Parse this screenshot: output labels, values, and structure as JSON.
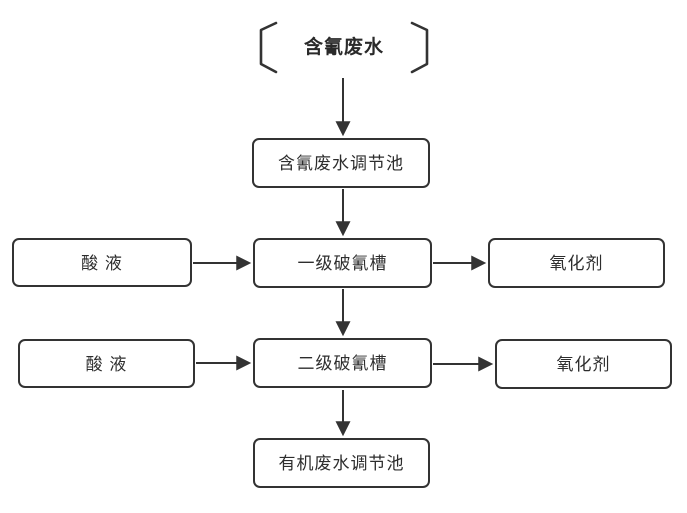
{
  "colors": {
    "line": "#333333",
    "border": "#333333",
    "text": "#2d2d2d",
    "background": "#ffffff"
  },
  "diagram": {
    "source_label": "含氰废水",
    "nodes": {
      "cyanide_adjust_tank": {
        "label": "含氰废水调节池"
      },
      "acid_1": {
        "label": "酸 液"
      },
      "primary_break_tank": {
        "label": "一级破氰槽"
      },
      "oxidizer_1": {
        "label": "氧化剂"
      },
      "acid_2": {
        "label": "酸 液"
      },
      "secondary_break_tank": {
        "label": "二级破氰槽"
      },
      "oxidizer_2": {
        "label": "氧化剂"
      },
      "organic_adjust_tank": {
        "label": "有机废水调节池"
      }
    },
    "edges": [
      {
        "from": "含氰废水",
        "to": "含氰废水调节池",
        "direction": "down"
      },
      {
        "from": "含氰废水调节池",
        "to": "一级破氰槽",
        "direction": "down"
      },
      {
        "from": "酸 液",
        "to": "一级破氰槽",
        "direction": "right"
      },
      {
        "from": "一级破氰槽",
        "to": "氧化剂",
        "direction": "right"
      },
      {
        "from": "一级破氰槽",
        "to": "二级破氰槽",
        "direction": "down"
      },
      {
        "from": "酸 液",
        "to": "二级破氰槽",
        "direction": "right"
      },
      {
        "from": "二级破氰槽",
        "to": "氧化剂",
        "direction": "right"
      },
      {
        "from": "二级破氰槽",
        "to": "有机废水调节池",
        "direction": "down"
      }
    ]
  }
}
